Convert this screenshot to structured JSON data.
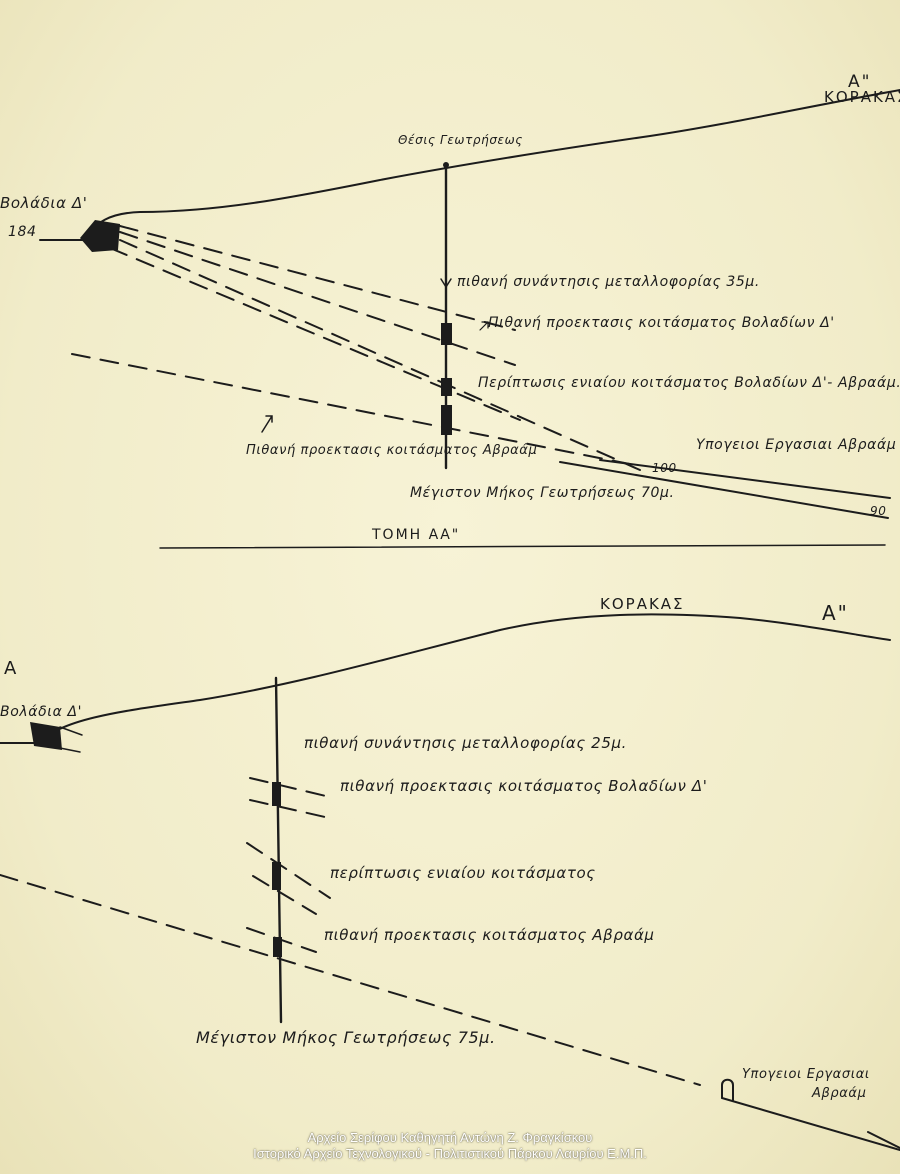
{
  "section_top": {
    "corner_label": "A\"",
    "corner_place": "ΚΟΡΑΚΑΣ",
    "left_label": "Βολάδια Δ'",
    "left_number": "184",
    "drill_position": "Θέσις Γεωτρήσεως",
    "ore_encounter": "πιθανή συνάντησις μεταλλοφορίας 35μ.",
    "projection_voladia": "Πιθανή προεκτασις κοιτάσματος Βολαδίων Δ'",
    "unified_case": "Περίπτωσις ενιαίου κοιτάσματος Βολαδίων Δ'- Αβραάμ.",
    "projection_avraam": "Πιθανή προεκτασις κοιτάσματος Αβραάμ",
    "existing_works": "Υπογειοι Εργασιαι Αβραάμ",
    "level_100": "100",
    "level_90": "90",
    "max_length": "Μέγιστον Μήκος Γεωτρήσεως 70μ.",
    "section_title": "ΤΟΜΗ ΑΑ\""
  },
  "section_bottom": {
    "place": "ΚΟΡΑΚΑΣ",
    "corner_right": "A\"",
    "corner_left": "A",
    "left_label": "Βολάδια Δ'",
    "ore_encounter": "πιθανή συνάντησις μεταλλοφορίας 25μ.",
    "projection_voladia": "πιθανή προεκτασις κοιτάσματος Βολαδίων Δ'",
    "unified_case": "περίπτωσις ενιαίου κοιτάσματος",
    "projection_avraam": "πιθανή προεκτασις κοιτάσματος Αβραάμ",
    "max_length": "Μέγιστον Μήκος Γεωτρήσεως 75μ.",
    "existing_works_1": "Υπογειοι Εργασιαι",
    "existing_works_2": "Αβραάμ"
  },
  "footer": {
    "line1": "Αρχείο Σερίφου Καθηγητή Αντώνη Ζ. Φραγκίσκου",
    "line2": "Ιστορικό Αρχείο Τεχνολογικού - Πολιτιστικού Πάρκου Λαυρίου Ε.Μ.Π."
  },
  "colors": {
    "paper": "#f3efcf",
    "ink": "#1c1c1c"
  }
}
